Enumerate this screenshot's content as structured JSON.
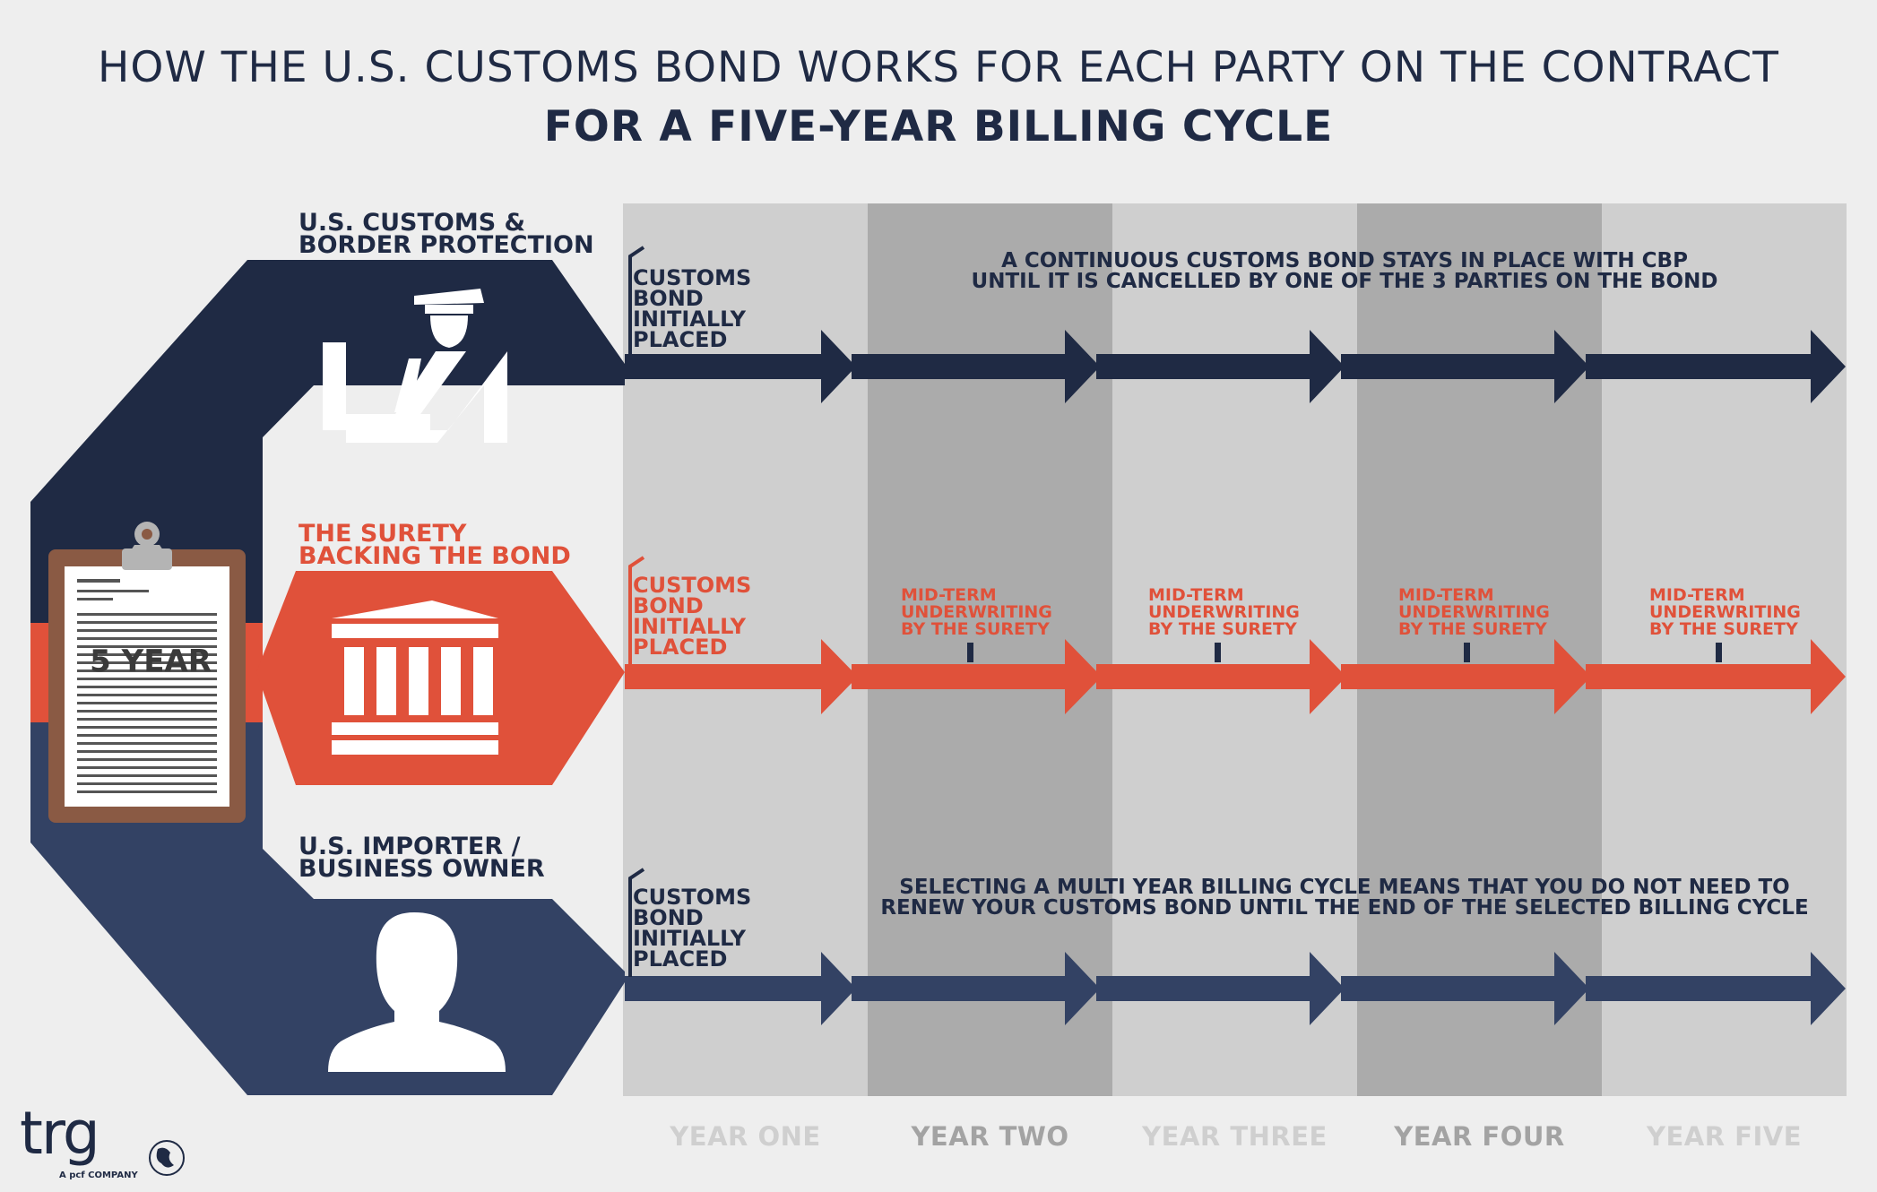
{
  "title": {
    "line1": "HOW THE U.S. CUSTOMS BOND WORKS FOR  EACH PARTY ON THE CONTRACT",
    "line2": "FOR A FIVE-YEAR BILLING CYCLE"
  },
  "parties": {
    "cbp": {
      "line1": "U.S. CUSTOMS &",
      "line2": "BORDER PROTECTION",
      "icon": "customs-officer-icon"
    },
    "surety": {
      "line1": "THE SURETY",
      "line2": "BACKING THE BOND",
      "icon": "bank-building-icon"
    },
    "importer": {
      "line1": "U.S. IMPORTER /",
      "line2": "BUSINESS OWNER",
      "icon": "person-silhouette-icon"
    }
  },
  "clipboard": {
    "label": "5 YEAR",
    "icon": "clipboard-document-icon"
  },
  "start_note": {
    "line1": "CUSTOMS",
    "line2": "BOND",
    "line3": "INITIALLY",
    "line4": "PLACED"
  },
  "cbp_banner": {
    "line1": "A CONTINUOUS CUSTOMS BOND STAYS IN PLACE WITH CBP",
    "line2": "UNTIL IT IS CANCELLED BY ONE OF THE 3 PARTIES ON THE BOND"
  },
  "importer_banner": {
    "line1": "SELECTING A MULTI YEAR BILLING CYCLE MEANS THAT YOU DO NOT NEED TO",
    "line2": "RENEW YOUR CUSTOMS BOND UNTIL THE END OF THE SELECTED BILLING CYCLE"
  },
  "midterm": {
    "line1": "MID-TERM",
    "line2": "UNDERWRITING",
    "line3": "BY THE SURETY"
  },
  "years": [
    "YEAR ONE",
    "YEAR TWO",
    "YEAR THREE",
    "YEAR FOUR",
    "YEAR FIVE"
  ],
  "logo": {
    "text": "trg",
    "sub": "A pcf COMPANY",
    "icon": "globe-icon"
  },
  "colors": {
    "navy": "#1f2a44",
    "importer_navy": "#334264",
    "red": "#e0513a",
    "brown": "#8a5a44"
  }
}
